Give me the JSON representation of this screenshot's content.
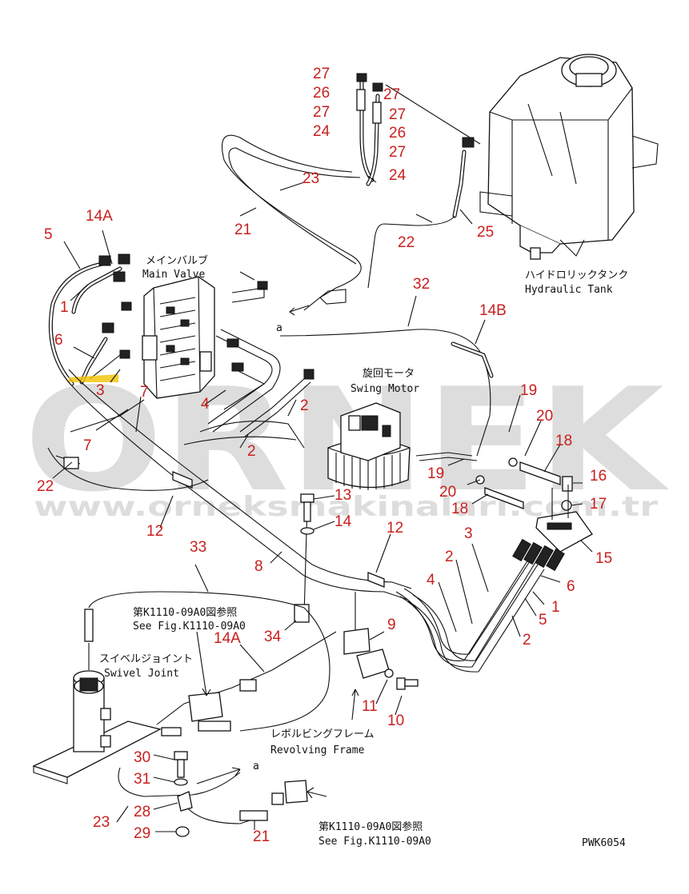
{
  "labels": {
    "main_valve_jp": "メインバルブ",
    "main_valve_en": "Main Valve",
    "hydraulic_tank_jp": "ハイドロリックタンク",
    "hydraulic_tank_en": "Hydraulic Tank",
    "swing_motor_jp": "旋回モータ",
    "swing_motor_en": "Swing Motor",
    "swivel_joint_jp": "スイベルジョイント",
    "swivel_joint_en": "Swivel Joint",
    "revolving_frame_jp": "レボルビングフレーム",
    "revolving_frame_en": "Revolving Frame",
    "see_fig_jp_1": "第K1110-09A0図参照",
    "see_fig_en_1": "See Fig.K1110-09A0",
    "see_fig_jp_2": "第K1110-09A0図参照",
    "see_fig_en_2": "See Fig.K1110-09A0",
    "ref_a_1": "a",
    "ref_a_2": "a",
    "drawing_code": "PWK6054"
  },
  "watermark": {
    "brand": "ORNEK",
    "url": "www.orneksmakinalari.com.tr"
  },
  "callouts": [
    "27",
    "26",
    "27",
    "24",
    "27",
    "27",
    "26",
    "27",
    "24",
    "23",
    "21",
    "22",
    "25",
    "5",
    "14A",
    "1",
    "6",
    "3",
    "7",
    "7",
    "22",
    "32",
    "14B",
    "4",
    "2",
    "2",
    "19",
    "20",
    "18",
    "19",
    "20",
    "18",
    "16",
    "17",
    "13",
    "14",
    "12",
    "12",
    "33",
    "8",
    "3",
    "2",
    "4",
    "6",
    "1",
    "5",
    "2",
    "15",
    "34",
    "9",
    "14A",
    "11",
    "10",
    "30",
    "31",
    "28",
    "23",
    "29",
    "21"
  ],
  "colors": {
    "callout": "#c8201e",
    "line": "#111111",
    "watermark": "#000000"
  }
}
